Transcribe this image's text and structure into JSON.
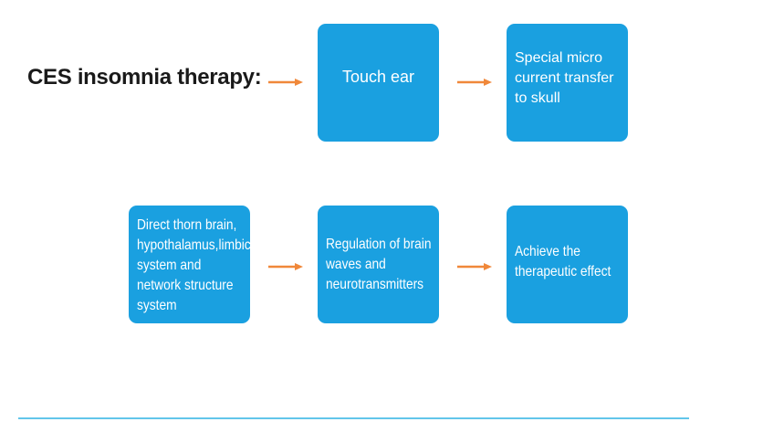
{
  "diagram": {
    "title": "CES insomnia therapy:",
    "steps": [
      {
        "id": "touch-ear",
        "text": "Touch ear"
      },
      {
        "id": "micro-current",
        "text": "Special micro current transfer to skull"
      },
      {
        "id": "direct-brain",
        "text": "Direct thorn brain, hypothalamus,limbic system and network structure system"
      },
      {
        "id": "regulation",
        "text": "Regulation of brain waves and neurotransmitters"
      },
      {
        "id": "effect",
        "text": "Achieve the therapeutic effect"
      }
    ],
    "colors": {
      "box": "#1aa0e0",
      "arrow": "#f0883a",
      "title": "#1a1a1a",
      "box_text": "#ffffff",
      "bottom_line": "#62c6ea"
    }
  }
}
